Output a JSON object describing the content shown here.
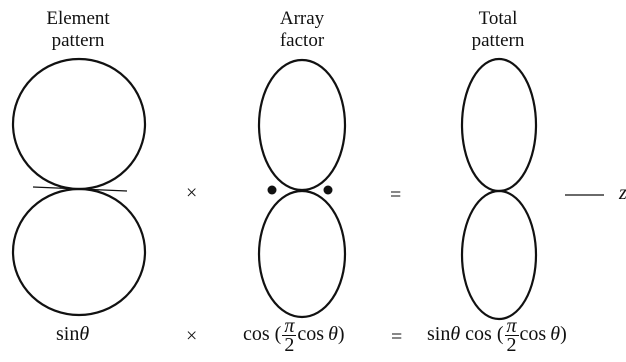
{
  "titles": {
    "element": [
      "Element",
      "pattern"
    ],
    "array": [
      "Array",
      "factor"
    ],
    "total": [
      "Total",
      "pattern"
    ]
  },
  "operators": {
    "times": "×",
    "equals": "="
  },
  "axis_label": "z",
  "formulas": {
    "element": {
      "func": "sin",
      "var": "θ"
    },
    "array": {
      "func": "cos",
      "open": "(",
      "num": "π",
      "den": "2",
      "inner": "cos",
      "var": "θ",
      "close": ")"
    },
    "total": {
      "func1": "sin",
      "var1": "θ",
      "func2": "cos",
      "open": "(",
      "num": "π",
      "den": "2",
      "inner": "cos",
      "var2": "θ",
      "close": ")"
    }
  }
}
